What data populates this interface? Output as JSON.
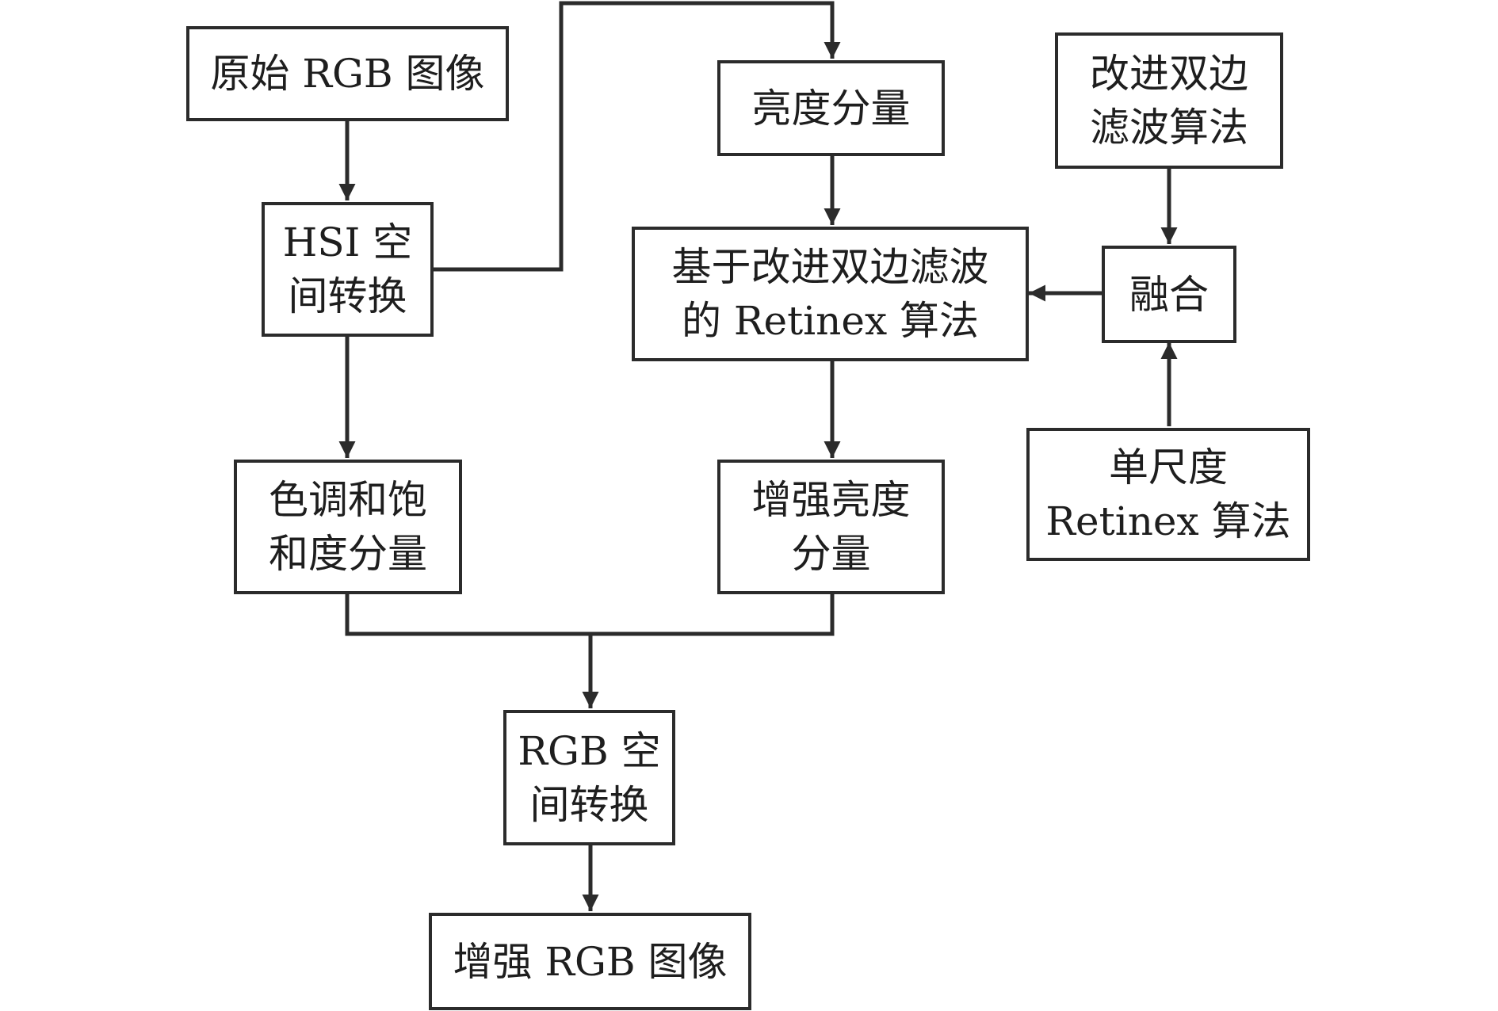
{
  "nodes": {
    "original_rgb": [
      "原始 RGB 图像"
    ],
    "hsi_conversion": [
      "HSI 空",
      "间转换"
    ],
    "brightness_component": [
      "亮度分量"
    ],
    "improved_bilateral_filter": [
      "改进双边",
      "滤波算法"
    ],
    "retinex_improved_bilateral": [
      "基于改进双边滤波",
      "的 Retinex 算法"
    ],
    "fusion": [
      "融合"
    ],
    "hue_saturation_component": [
      "色调和饱",
      "和度分量"
    ],
    "enhanced_brightness_component": [
      "增强亮度",
      "分量"
    ],
    "single_scale_retinex": [
      "单尺度",
      "Retinex 算法"
    ],
    "rgb_conversion": [
      "RGB 空",
      "间转换"
    ],
    "enhanced_rgb": [
      "增强 RGB 图像"
    ]
  },
  "colors": {
    "line": "#2b2b2b",
    "text": "#1e1e1e",
    "background": "#ffffff"
  }
}
